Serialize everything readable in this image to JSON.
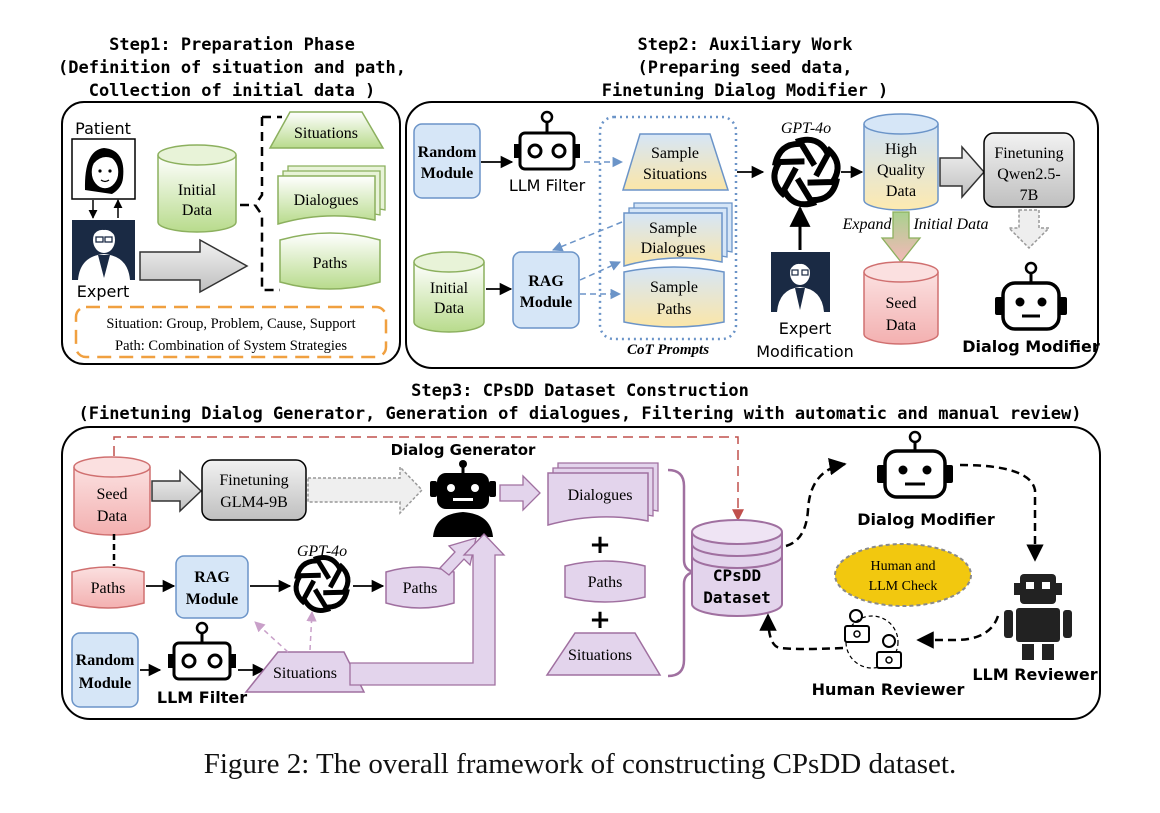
{
  "step1": {
    "title": "Step1:  Preparation Phase",
    "subtitle1": "(Definition of situation and path,",
    "subtitle2": "Collection of initial data )",
    "patient": "Patient",
    "expert": "Expert",
    "initial_data_1": "Initial",
    "initial_data_2": "Data",
    "situations": "Situations",
    "dialogues": "Dialogues",
    "paths": "Paths",
    "def_situation": "Situation: Group, Problem, Cause, Support",
    "def_path": "Path: Combination of System Strategies"
  },
  "step2": {
    "title": "Step2:  Auxiliary Work",
    "subtitle1": "(Preparing seed data,",
    "subtitle2": "Finetuning Dialog Modifier )",
    "random_module_1": "Random",
    "random_module_2": "Module",
    "llm_filter": "LLM Filter",
    "initial_data_1": "Initial",
    "initial_data_2": "Data",
    "rag_1": "RAG",
    "rag_2": "Module",
    "sample_situations_1": "Sample",
    "sample_situations_2": "Situations",
    "sample_dialogues_1": "Sample",
    "sample_dialogues_2": "Dialogues",
    "sample_paths_1": "Sample",
    "sample_paths_2": "Paths",
    "cot_prompts": "CoT Prompts",
    "gpt4o": "GPT-4o",
    "hq_1": "High",
    "hq_2": "Quality",
    "hq_3": "Data",
    "expand": "Expand",
    "initial_data_label": "Initial Data",
    "seed_1": "Seed",
    "seed_2": "Data",
    "expert_mod_1": "Expert",
    "expert_mod_2": "Modification",
    "ft_1": "Finetuning",
    "ft_2": "Qwen2.5-",
    "ft_3": "7B",
    "dialog_modifier": "Dialog Modifier"
  },
  "step3": {
    "title": "Step3:  CPsDD Dataset Construction",
    "subtitle": "(Finetuning Dialog Generator, Generation of dialogues, Filtering with automatic and manual review)",
    "seed_1": "Seed",
    "seed_2": "Data",
    "ft_1": "Finetuning",
    "ft_2": "GLM4-9B",
    "dialog_generator": "Dialog Generator",
    "paths": "Paths",
    "rag_1": "RAG",
    "rag_2": "Module",
    "gpt4o": "GPT-4o",
    "paths_out": "Paths",
    "random_module_1": "Random",
    "random_module_2": "Module",
    "llm_filter": "LLM Filter",
    "situations": "Situations",
    "dialogues": "Dialogues",
    "plus": "+",
    "paths_mid": "Paths",
    "situations_mid": "Situations",
    "dataset_1": "CPsDD",
    "dataset_2": "Dataset",
    "dialog_modifier": "Dialog Modifier",
    "check_1": "Human and",
    "check_2": "LLM Check",
    "llm_reviewer": "LLM Reviewer",
    "human_reviewer": "Human Reviewer"
  },
  "caption": "Figure 2: The overall framework of constructing CPsDD dataset.",
  "colors": {
    "green_fill": "#c9e3a4",
    "blue_fill": "#d6e6f7",
    "red_fill": "#f3b9b9",
    "purple_fill": "#e3d4ec",
    "gray_fill": "#d9d9d9",
    "orange_dash": "#f0a040",
    "dotted_blue": "#6b94c8"
  }
}
